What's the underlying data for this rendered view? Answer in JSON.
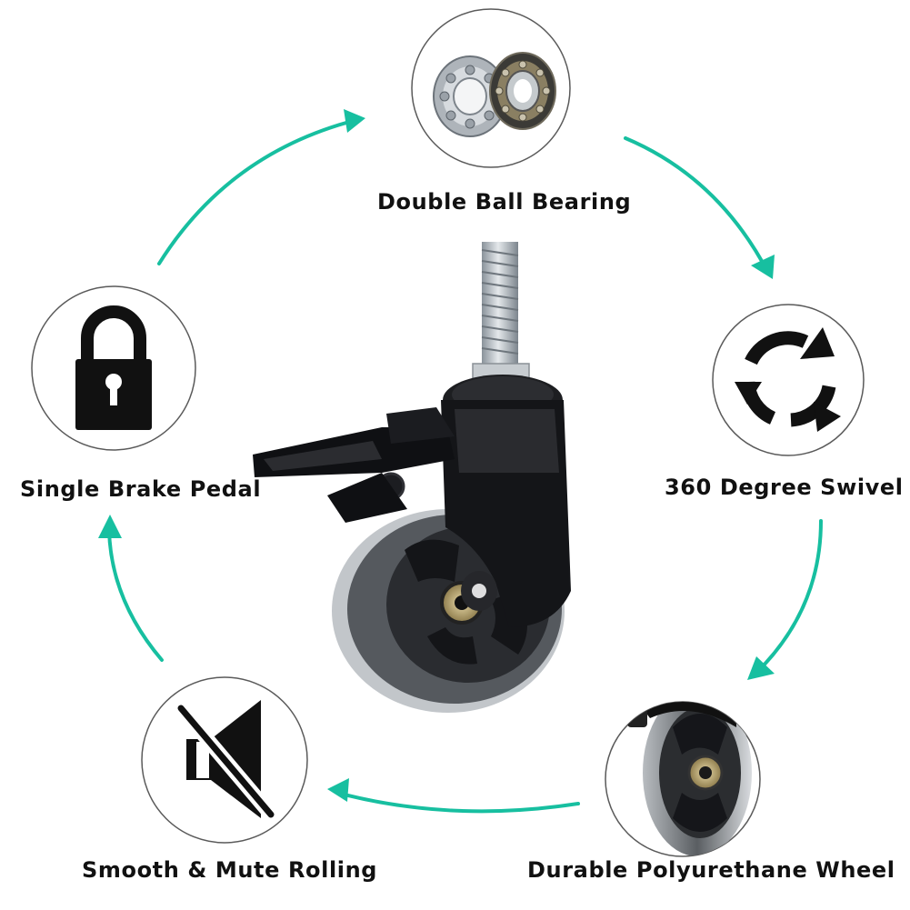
{
  "colors": {
    "accent": "#17bfa0",
    "ink": "#111111",
    "circle_border": "#5a5a5a"
  },
  "features": {
    "bearing": {
      "label": "Double Ball Bearing",
      "icon": "ball-bearing-icon"
    },
    "swivel": {
      "label": "360 Degree Swivel",
      "icon": "rotate-arrows-icon"
    },
    "brake": {
      "label": "Single Brake Pedal",
      "icon": "padlock-icon"
    },
    "mute": {
      "label": "Smooth & Mute Rolling",
      "icon": "mute-speaker-icon"
    },
    "wheel": {
      "label": "Durable Polyurethane Wheel",
      "icon": "polyurethane-wheel-icon"
    }
  },
  "product": {
    "icon": "caster-wheel-icon"
  }
}
